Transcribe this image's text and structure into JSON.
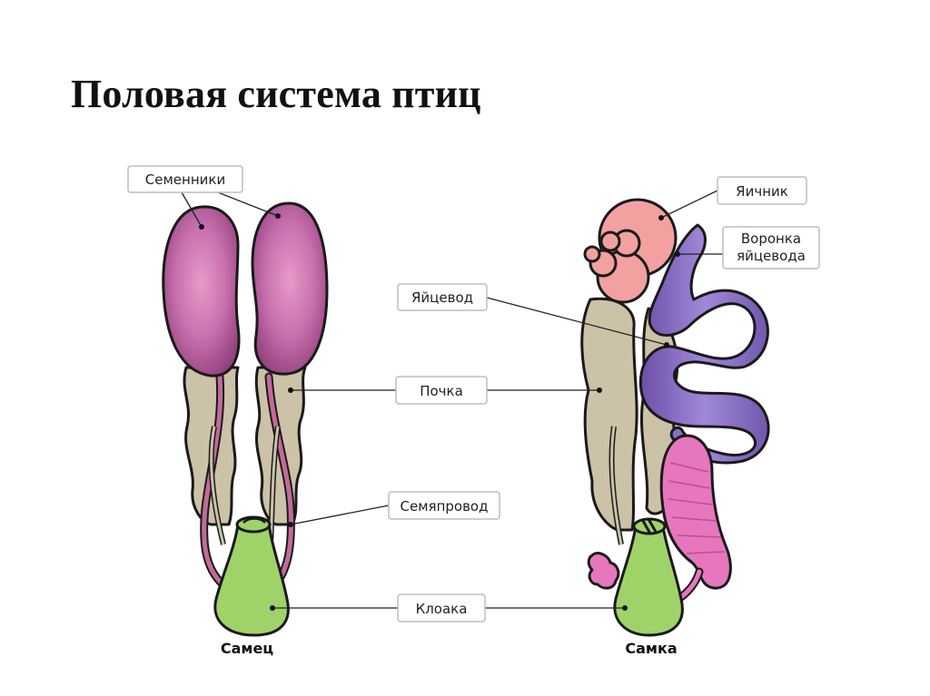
{
  "title": "Половая система птиц",
  "labels": {
    "testes": "Семенники",
    "kidney": "Почка",
    "vas_deferens": "Семяпровод",
    "cloaca": "Клоака",
    "ovary": "Яичник",
    "infundibulum_line1": "Воронка",
    "infundibulum_line2": "яйцевода",
    "oviduct": "Яйцевод"
  },
  "captions": {
    "male": "Самец",
    "female": "Самка"
  },
  "colors": {
    "testis": "#a24f95",
    "kidney": "#cbc2a8",
    "cloaca": "#9fd36a",
    "ovary": "#f3a0a0",
    "oviduct": "#8a6cc2",
    "uterus": "#e777bd"
  }
}
